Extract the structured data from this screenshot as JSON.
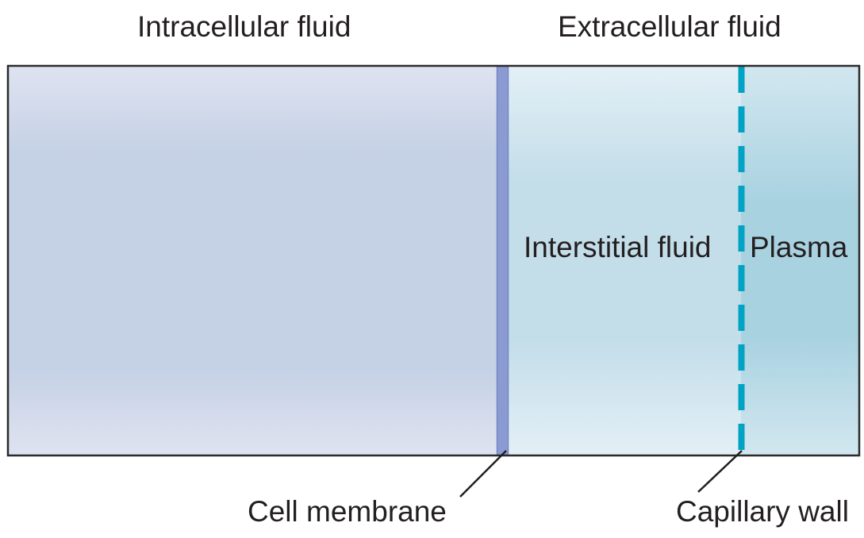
{
  "title_labels": {
    "intracellular": "Intracellular fluid",
    "extracellular": "Extracellular fluid"
  },
  "region_labels": {
    "interstitial": "Interstitial fluid",
    "plasma": "Plasma"
  },
  "callouts": {
    "cell_membrane": "Cell membrane",
    "capillary_wall": "Capillary wall"
  },
  "colors": {
    "outline": "#2b2b2b",
    "intracellular_edge": "#dfe3f1",
    "intracellular_mid": "#c5d1e5",
    "interstitial_edge": "#e3f0f6",
    "interstitial_mid": "#c3dde9",
    "plasma_edge": "#d2e7ef",
    "plasma_mid": "#a9d2e1",
    "membrane": "#8b9bd2",
    "membrane_edge": "#7486c6",
    "capillary_dash": "#00a3c4",
    "leader_line": "#1f1f1f"
  }
}
